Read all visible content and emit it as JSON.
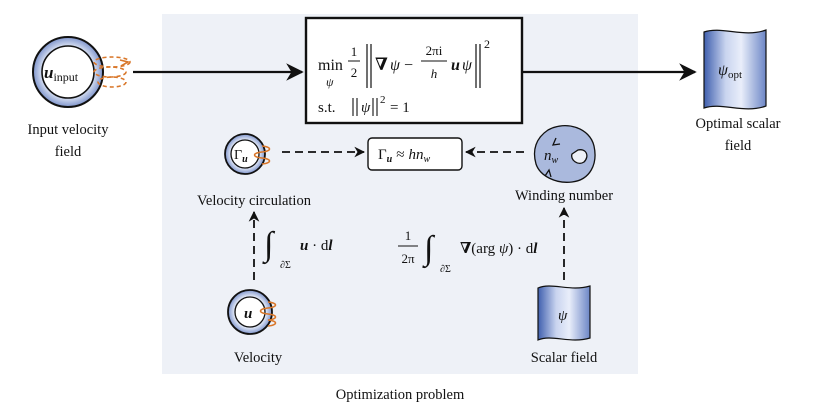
{
  "colors": {
    "panel_bg": "#eef1f7",
    "ring_fill": "#aab9dd",
    "ring_dark": "#6f86c2",
    "swirl": "#d9772a",
    "stroke": "#111111"
  },
  "icons": [
    "velocity-ring-icon",
    "swirl-icon",
    "scalar-field-flag-icon",
    "winding-blob-icon"
  ],
  "nodes": {
    "input": {
      "symbol": "u",
      "subscript": "input",
      "caption_1": "Input velocity",
      "caption_2": "field"
    },
    "output": {
      "symbol": "ψ",
      "subscript": "opt",
      "caption_1": "Optimal scalar",
      "caption_2": "field"
    },
    "circulation": {
      "symbol": "Γ",
      "subscript": "u",
      "caption": "Velocity circulation"
    },
    "velocity": {
      "symbol": "u",
      "caption": "Velocity"
    },
    "winding": {
      "symbol": "n",
      "subscript": "w",
      "caption": "Winding number"
    },
    "scalar": {
      "symbol": "ψ",
      "caption": "Scalar field"
    }
  },
  "objective": {
    "min": "min",
    "min_sub": "ψ",
    "half_num": "1",
    "half_den": "2",
    "nabla": "∇",
    "psi": "ψ",
    "minus": "−",
    "frac_num": "2πi",
    "frac_den": "h",
    "u": "u",
    "psi2": "ψ",
    "sq": "2",
    "st": "s.t.",
    "constraint_psi": "ψ",
    "constraint_rest": "= 1"
  },
  "relation": {
    "gamma": "Γ",
    "sub": "u",
    "approx": "≈",
    "h": "h",
    "n": "n",
    "w": "w"
  },
  "integrals": {
    "left": {
      "sub": "∂Σ",
      "u": "u",
      "dot": " · d",
      "l": "l"
    },
    "right": {
      "num": "1",
      "den": "2π",
      "sub": "∂Σ",
      "nabla": "∇",
      "arg": "(arg ",
      "psi": "ψ",
      "close": ") · d",
      "l": "l"
    }
  },
  "panel_caption": "Optimization problem"
}
